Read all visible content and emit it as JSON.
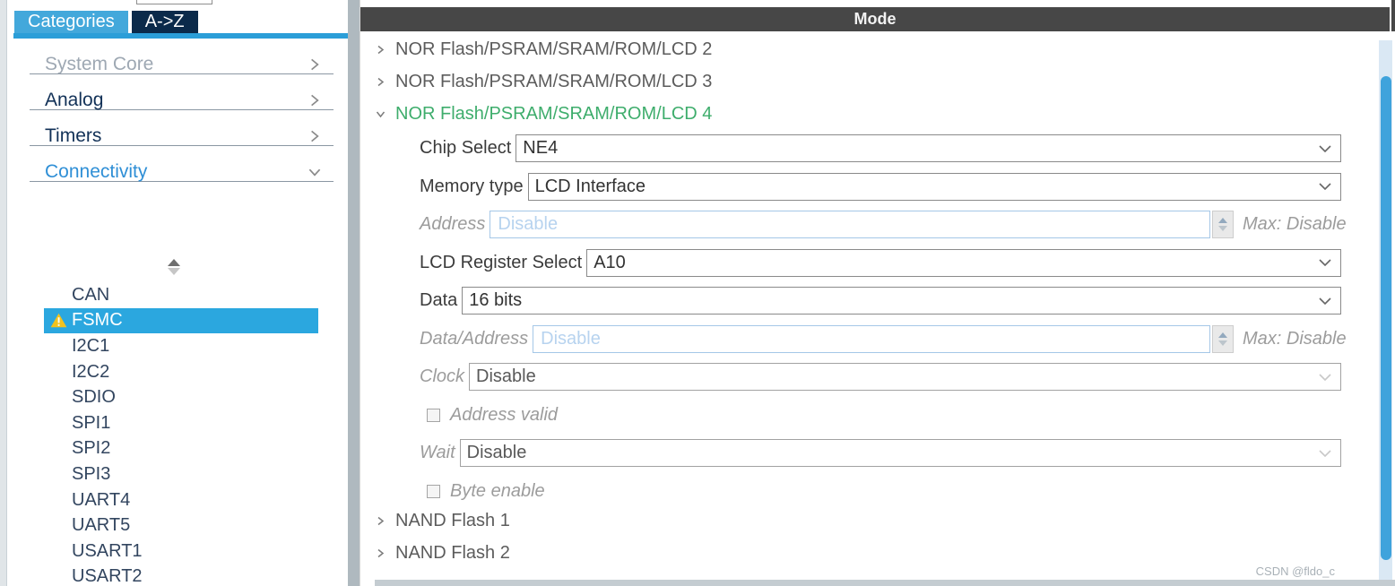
{
  "sidebar": {
    "tabs": [
      {
        "label": "Categories",
        "active": true
      },
      {
        "label": "A->Z",
        "active": false
      }
    ],
    "categories": [
      {
        "label": "System Core",
        "state": "collapsed"
      },
      {
        "label": "Analog",
        "state": "collapsed"
      },
      {
        "label": "Timers",
        "state": "collapsed"
      },
      {
        "label": "Connectivity",
        "state": "expanded"
      }
    ],
    "peripherals": [
      {
        "label": "CAN"
      },
      {
        "label": "FSMC",
        "selected": true,
        "warning": true
      },
      {
        "label": "I2C1"
      },
      {
        "label": "I2C2"
      },
      {
        "label": "SDIO"
      },
      {
        "label": "SPI1"
      },
      {
        "label": "SPI2"
      },
      {
        "label": "SPI3"
      },
      {
        "label": "UART4"
      },
      {
        "label": "UART5"
      },
      {
        "label": "USART1"
      },
      {
        "label": "USART2"
      }
    ]
  },
  "main": {
    "header_title": "Mode",
    "tree_top": [
      {
        "label": "NOR Flash/PSRAM/SRAM/ROM/LCD 2",
        "expanded": false
      },
      {
        "label": "NOR Flash/PSRAM/SRAM/ROM/LCD 3",
        "expanded": false
      },
      {
        "label": "NOR Flash/PSRAM/SRAM/ROM/LCD 4",
        "expanded": true
      }
    ],
    "form": {
      "rows": [
        {
          "type": "select",
          "label": "Chip Select",
          "value": "NE4",
          "enabled": true
        },
        {
          "type": "select",
          "label": "Memory type",
          "value": "LCD Interface",
          "enabled": true
        },
        {
          "type": "spin",
          "label": "Address",
          "value": "Disable",
          "max_label": "Max: Disable",
          "enabled": false
        },
        {
          "type": "select",
          "label": "LCD Register Select",
          "value": "A10",
          "enabled": true
        },
        {
          "type": "select",
          "label": "Data",
          "value": "16 bits",
          "enabled": true
        },
        {
          "type": "spin",
          "label": "Data/Address",
          "value": "Disable",
          "max_label": "Max: Disable",
          "enabled": false
        },
        {
          "type": "select",
          "label": "Clock",
          "value": "Disable",
          "enabled": false
        },
        {
          "type": "checkbox",
          "label": "Address valid",
          "checked": false
        },
        {
          "type": "select",
          "label": "Wait",
          "value": "Disable",
          "enabled": false
        },
        {
          "type": "checkbox",
          "label": "Byte enable",
          "checked": false
        }
      ]
    },
    "tree_bottom": [
      {
        "label": "NAND Flash 1",
        "expanded": false
      },
      {
        "label": "NAND Flash 2",
        "expanded": false
      }
    ]
  },
  "watermark": "CSDN @fldo_c",
  "colors": {
    "tab_active_bg": "#43A8DB",
    "tab_inactive_bg": "#0B2A4A",
    "tab_underline": "#2B9ED8",
    "selected_item_bg": "#2BA7DF",
    "expanded_tree_green": "#3EAD6C",
    "warning_yellow": "#F2C21D",
    "mode_header_bg": "#474747",
    "scrollbar_thumb": "#3FA3DC",
    "disabled_field_border": "#A5C7E7",
    "disabled_field_text": "#B7D3EF"
  }
}
